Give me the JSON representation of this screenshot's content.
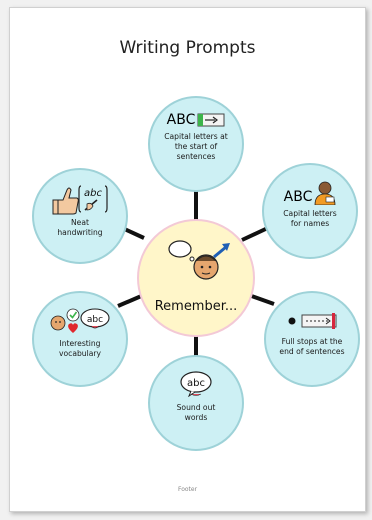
{
  "title": "Writing Prompts",
  "footer": "Footer",
  "center": {
    "label": "Remember..."
  },
  "prompts": [
    {
      "id": "capital-start",
      "label": "Capital letters at\nthe start of\nsentences",
      "glyph": "ABC"
    },
    {
      "id": "capital-names",
      "label": "Capital letters\nfor names",
      "glyph": "ABC"
    },
    {
      "id": "full-stops",
      "label": "Full stops at the\nend of sentences"
    },
    {
      "id": "sound-out",
      "label": "Sound out\nwords",
      "glyph": "abc"
    },
    {
      "id": "vocabulary",
      "label": "Interesting\nvocabulary",
      "glyph": "abc"
    },
    {
      "id": "handwriting",
      "label": "Neat\nhandwriting",
      "glyph": "abc"
    }
  ],
  "colors": {
    "bubble_fill": "#cdf0f4",
    "bubble_border": "#9ed2d8",
    "center_fill": "#fff6c9",
    "center_border": "#f3c9d6"
  }
}
